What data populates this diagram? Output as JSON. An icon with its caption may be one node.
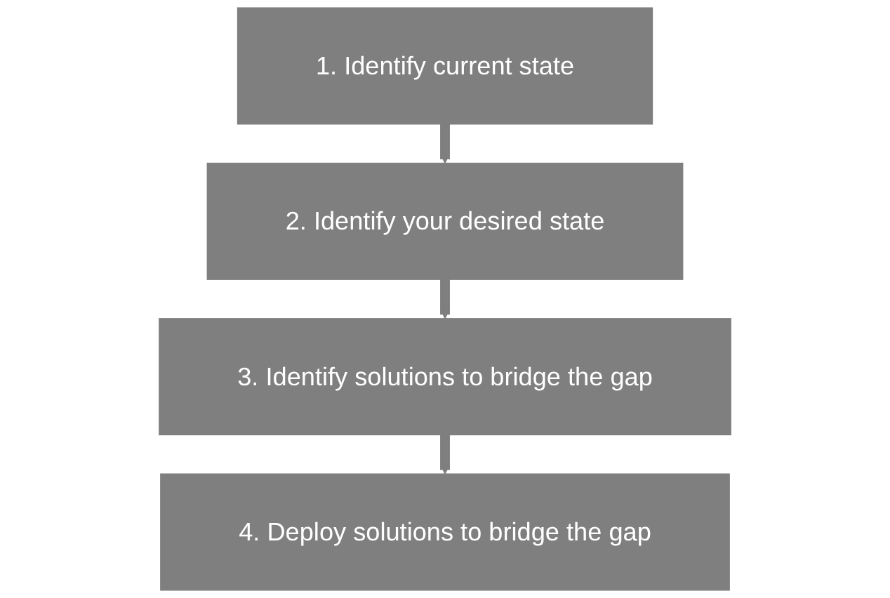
{
  "diagram": {
    "nodes": [
      {
        "text": [
          "1. Identify current state"
        ]
      },
      {
        "text": [
          "2. Identify your desired state"
        ]
      },
      {
        "text": [
          "3. Identify solutions to bridge the gap"
        ]
      },
      {
        "text": [
          "4. Deploy solutions to bridge the gap"
        ]
      }
    ],
    "edges": [
      {
        "from": 0,
        "to": 1,
        "arrow": "to"
      },
      {
        "from": 1,
        "to": 2,
        "arrow": "to"
      },
      {
        "from": 2,
        "to": 3,
        "arrow": "to"
      }
    ]
  }
}
